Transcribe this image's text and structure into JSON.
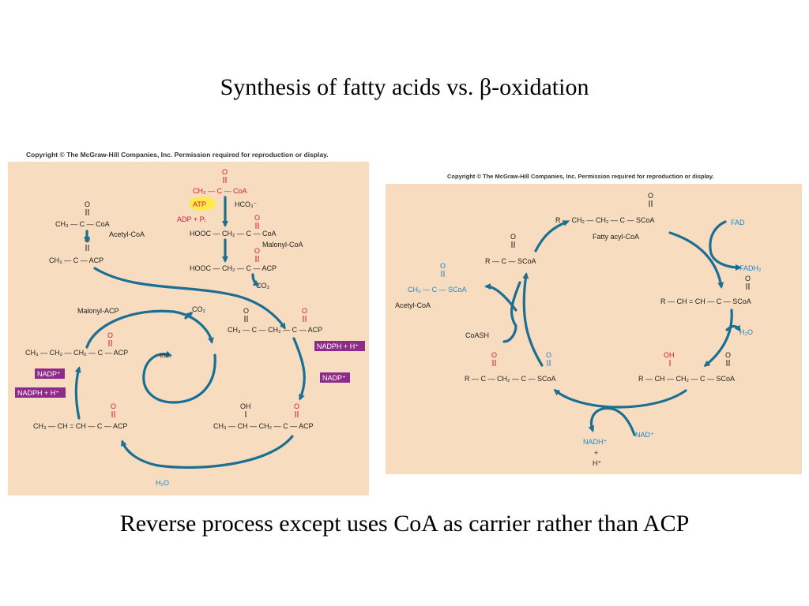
{
  "title": "Synthesis of fatty acids vs. β-oxidation",
  "caption": "Reverse process except uses CoA as carrier rather than ACP",
  "left": {
    "copyright": "Copyright © The McGraw-Hill Companies, Inc. Permission required for reproduction or display.",
    "acetyl_coa_label": "Acetyl-CoA",
    "malonyl_coa_label": "Malonyl-CoA",
    "malonyl_acp_label": "Malonyl-ACP",
    "atp": "ATP",
    "hco3": "HCO₃⁻",
    "adp_pi": "ADP + Pᵢ",
    "co2_a": "CO₂",
    "co2_b": "CO₂",
    "nadph_1": "NADPH + H⁺",
    "nadp_1": "NADP⁺",
    "nadp_2": "NADP⁺",
    "nadph_2": "NADPH + H⁺",
    "h2o": "H₂O",
    "etc": "etc.",
    "oh": "OH",
    "ch3_c_coa": "CH₃ — C — CoA",
    "ch3_c_acp": "CH₃ — C — ACP",
    "hooc_ch2_c_coa": "HOOC — CH₂ — C — CoA",
    "hooc_ch2_c_acp": "HOOC — CH₂ — C — ACP",
    "acetoacetyl_acp": "CH₃ — C — CH₂ — C — ACP",
    "hydroxy_acp": "CH₃ — CH — CH₂ — C — ACP",
    "crotonyl_acp": "CH₃ — CH = CH — C — ACP",
    "butyryl_acp": "CH₃ — CH₂ — CH₂ — C — ACP"
  },
  "right": {
    "copyright": "Copyright © The McGraw-Hill Companies, Inc. Permission required for reproduction or display.",
    "fatty_acyl_coa_label": "Fatty acyl-CoA",
    "acetyl_coa_label": "Acetyl-CoA",
    "fad": "FAD",
    "fadh2": "FADH₂",
    "h2o": "H₂O",
    "nad": "NAD⁺",
    "nadh": "NADH⁺",
    "plus": "+",
    "h_plus": "H⁺",
    "coash": "CoASH",
    "oh": "OH",
    "fatty_acyl": "R — CH₂ — CH₂ — C — SCoA",
    "r_c_scoa": "R — C — SCoA",
    "acetyl_coa": "CH₃ — C — SCoA",
    "enoyl": "R — CH = CH — C — SCoA",
    "hydroxyacyl": "R — CH — CH₂ — C — SCoA",
    "ketoacyl": "R — C — CH₂ — C — SCoA"
  }
}
